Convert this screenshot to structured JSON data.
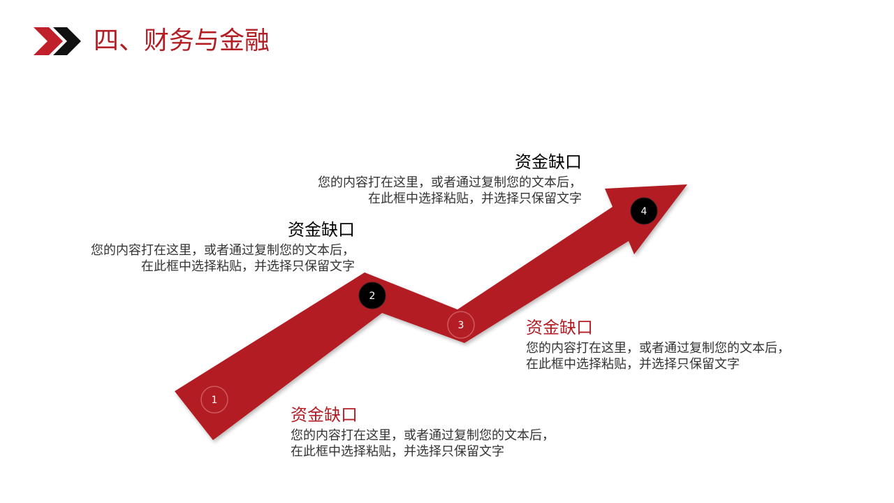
{
  "slide": {
    "title": "四、财务与金融",
    "title_icon": "double-chevron-icon",
    "title_color": "#B21E24"
  },
  "colors": {
    "accent": "#B21E24",
    "dark": "#000000",
    "body_text": "#333333",
    "arrow": "#B21E24",
    "icon_red": "#C0202A",
    "icon_dark": "#111111"
  },
  "steps": [
    {
      "number": "1",
      "heading": "资金缺口",
      "body": [
        "您的内容打在这里，或者通过复制您的文本后，",
        "在此框中选择粘贴，并选择只保留文字"
      ],
      "heading_color": "#B21E24",
      "marker_fill": "#B21E24"
    },
    {
      "number": "2",
      "heading": "资金缺口",
      "body": [
        "您的内容打在这里，或者通过复制您的文本后，",
        "在此框中选择粘贴，并选择只保留文字"
      ],
      "heading_color": "#000000",
      "marker_fill": "#000000"
    },
    {
      "number": "3",
      "heading": "资金缺口",
      "body": [
        "您的内容打在这里，或者通过复制您的文本后，",
        "在此框中选择粘贴，并选择只保留文字"
      ],
      "heading_color": "#B21E24",
      "marker_fill": "#B21E24"
    },
    {
      "number": "4",
      "heading": "资金缺口",
      "body": [
        "您的内容打在这里，或者通过复制您的文本后，",
        "在此框中选择粘贴，并选择只保留文字"
      ],
      "heading_color": "#000000",
      "marker_fill": "#000000"
    }
  ]
}
